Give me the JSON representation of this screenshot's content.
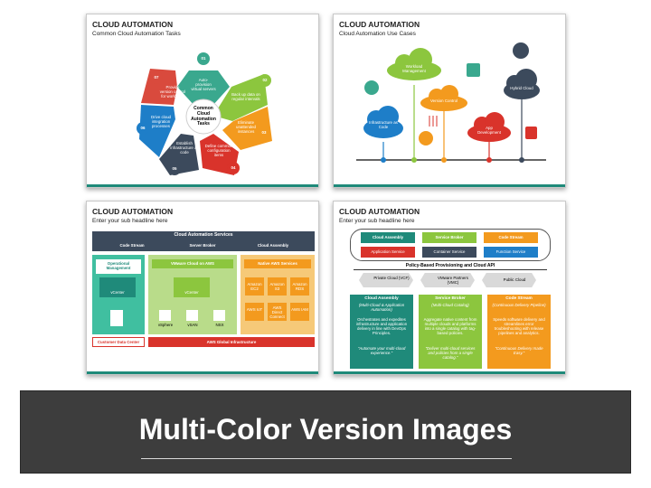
{
  "slides": [
    {
      "title": "CLOUD AUTOMATION",
      "subtitle": "Common Cloud Automation Tasks",
      "center": "Common Cloud Automation Tasks",
      "tasks": [
        {
          "num": "01",
          "text": "Auto-provision virtual servers",
          "color": "#3aa88e"
        },
        {
          "num": "02",
          "text": "Back up data on regular intervals",
          "color": "#8cc63e"
        },
        {
          "num": "03",
          "text": "Eliminate unattended instances",
          "color": "#f39a1e"
        },
        {
          "num": "04",
          "text": "Define common configuration items",
          "color": "#d9332b"
        },
        {
          "num": "05",
          "text": "Establish infrastructure as code",
          "color": "#3c4a5c"
        },
        {
          "num": "06",
          "text": "Drive cloud integration processes",
          "color": "#1e7ec8"
        },
        {
          "num": "07",
          "text": "Provide version control for workflows",
          "color": "#d94a3d"
        }
      ]
    },
    {
      "title": "CLOUD AUTOMATION",
      "subtitle": "Cloud Automation Use Cases",
      "clouds": {
        "workload": "Workload Management",
        "version": "Version Control",
        "hybrid": "Hybrid Cloud",
        "iac": "Infrastructure as Code",
        "app": "App Development"
      }
    },
    {
      "title": "CLOUD AUTOMATION",
      "subtitle": "Enter your sub headline here",
      "header": "Cloud Automation Services",
      "columns": [
        "Code Stream",
        "Server Broker",
        "Cloud Assembly"
      ],
      "operational": "Operational Management",
      "vcenter": "vCenter",
      "vmware": "VMware Cloud on AWS",
      "native": "Native AWS Services",
      "aws_items": [
        "Amazon EC2",
        "Amazon S3",
        "Amazon RDS",
        "AWS IoT",
        "AWS Direct Connect",
        "AWS IAM"
      ],
      "vm_items": [
        "vSphere",
        "vSAN",
        "NSX"
      ],
      "footer_left": "Customer Data Center",
      "footer_right": "AWS Global Infrastructure"
    },
    {
      "title": "CLOUD AUTOMATION",
      "subtitle": "Enter your sub headline here",
      "services_row1": [
        "Cloud Assembly",
        "Service Broker",
        "Code Stream"
      ],
      "services_row2": [
        "Application Service",
        "Container Service",
        "Function Service"
      ],
      "policy": "Policy-Based Provisioning and Cloud API",
      "clouds": [
        "Private Cloud (VCF)",
        "VMware Partners (VMC)",
        "Public Cloud"
      ],
      "cards": [
        {
          "title": "Cloud Assembly",
          "sub": "(Multi-Cloud & Application Automation)",
          "body": "Orchestrates and expedites infrastructure and application delivery in line with DevOps Principles.",
          "quote": "\"Automate your multi-cloud experience.\"",
          "color": "#1f8a7a"
        },
        {
          "title": "Service Broker",
          "sub": "(Multi-Cloud Catalog)",
          "body": "Aggregate native content from multiple clouds and platforms into a single catalog with tag-based policies.",
          "quote": "\"Deliver multi-cloud services and policies from a single catalog.\"",
          "color": "#8cc63e"
        },
        {
          "title": "Code Stream",
          "sub": "(Continuous Delivery Pipeline)",
          "body": "Speeds software delivery and streamlines error troubleshooting with release pipelines and analytics.",
          "quote": "\"Continuous Delivery made Easy.\"",
          "color": "#f39a1e"
        }
      ]
    }
  ],
  "banner": "Multi-Color Version Images"
}
